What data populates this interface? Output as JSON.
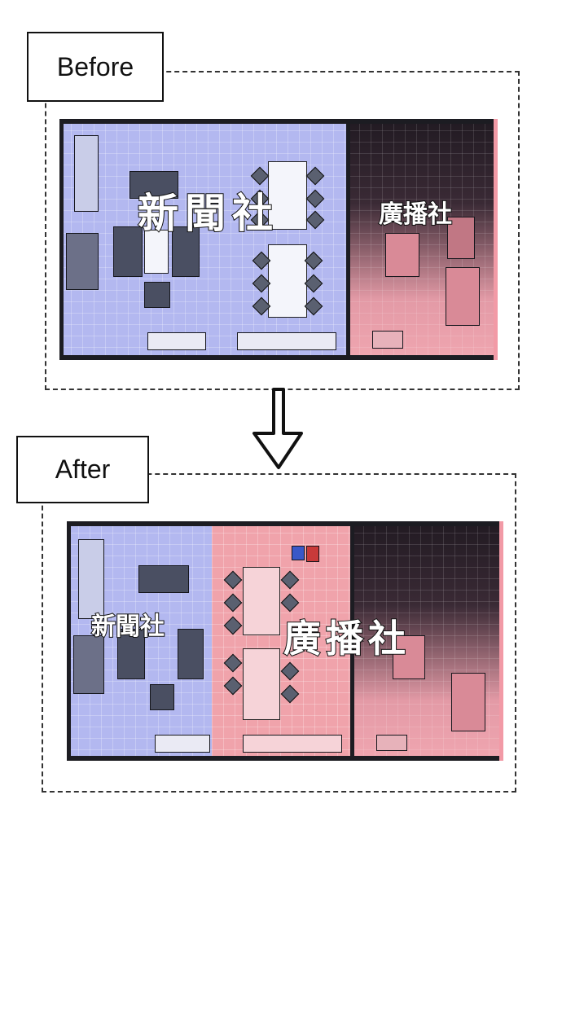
{
  "panels": {
    "before": {
      "tag": "Before",
      "left_room_label": "新聞社",
      "right_room_label": "廣播社"
    },
    "after": {
      "tag": "After",
      "left_room_label": "新聞社",
      "right_room_label": "廣播社"
    }
  },
  "colors": {
    "newspaper_room": "#b3b8f0",
    "broadcast_room": "#f0a3ab",
    "dark_room": "#2a1f28",
    "border": "#111111"
  },
  "icons": {
    "arrow": "down-arrow-icon"
  }
}
